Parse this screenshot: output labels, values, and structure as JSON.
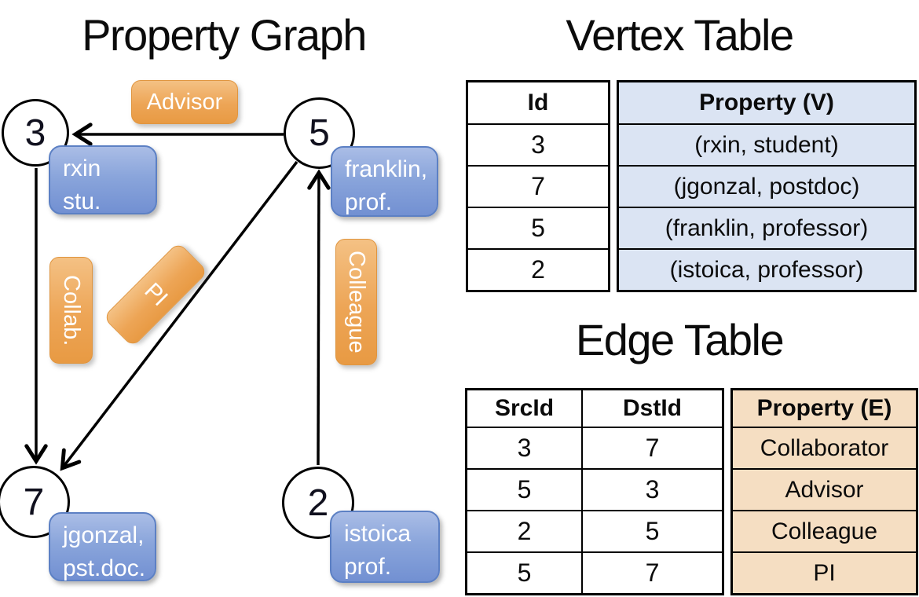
{
  "slide": {
    "graph": {
      "title": "Property Graph",
      "nodes": [
        {
          "id": "3",
          "prop_line1": "rxin",
          "prop_line2": "stu."
        },
        {
          "id": "5",
          "prop_line1": "franklin,",
          "prop_line2": "prof."
        },
        {
          "id": "7",
          "prop_line1": "jgonzal,",
          "prop_line2": "pst.doc."
        },
        {
          "id": "2",
          "prop_line1": "istoica",
          "prop_line2": "prof."
        }
      ],
      "edge_labels": {
        "advisor": "Advisor",
        "collaborator": "Collab.",
        "pi": "PI",
        "colleague": "Colleague"
      }
    },
    "vertex_table": {
      "title": "Vertex Table",
      "headers": {
        "id": "Id",
        "property": "Property (V)"
      },
      "rows": [
        {
          "id": "3",
          "property": "(rxin, student)"
        },
        {
          "id": "7",
          "property": "(jgonzal, postdoc)"
        },
        {
          "id": "5",
          "property": "(franklin, professor)"
        },
        {
          "id": "2",
          "property": "(istoica, professor)"
        }
      ]
    },
    "edge_table": {
      "title": "Edge Table",
      "headers": {
        "src": "SrcId",
        "dst": "DstId",
        "property": "Property (E)"
      },
      "rows": [
        {
          "src": "3",
          "dst": "7",
          "property": "Collaborator"
        },
        {
          "src": "5",
          "dst": "3",
          "property": "Advisor"
        },
        {
          "src": "2",
          "dst": "5",
          "property": "Colleague"
        },
        {
          "src": "5",
          "dst": "7",
          "property": "PI"
        }
      ]
    },
    "colors": {
      "vertex_property_bg": "#dbe4f3",
      "edge_property_bg": "#f5dec2",
      "vertex_box_blue": "#7f9cd6",
      "edge_label_orange": "#eda14f",
      "line_black": "#000000"
    }
  }
}
